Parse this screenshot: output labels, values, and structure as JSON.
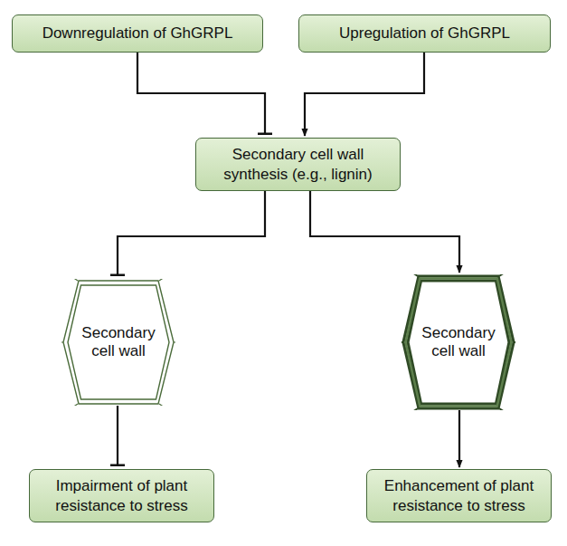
{
  "diagram": {
    "nodes": [
      {
        "text": [
          "Downregulation of GhGRPL"
        ]
      },
      {
        "text": [
          "Upregulation of GhGRPL"
        ]
      },
      {
        "text": [
          "Secondary cell wall synthesis (e.g., lignin)"
        ]
      },
      {
        "text": [
          "Secondary cell wall"
        ]
      },
      {
        "text": [
          "Secondary cell wall"
        ]
      },
      {
        "text": [
          "Impairment of plant resistance to stress"
        ]
      },
      {
        "text": [
          "Enhancement of plant resistance to stress"
        ]
      }
    ],
    "edges": [
      {
        "from": 0,
        "to": 2,
        "arrow": "to"
      },
      {
        "from": 1,
        "to": 2,
        "arrow": "to"
      },
      {
        "from": 2,
        "to": 3,
        "arrow": "to"
      },
      {
        "from": 2,
        "to": 4,
        "arrow": "to"
      },
      {
        "from": 3,
        "to": 5,
        "arrow": "to"
      },
      {
        "from": 4,
        "to": 6,
        "arrow": "to"
      }
    ]
  }
}
